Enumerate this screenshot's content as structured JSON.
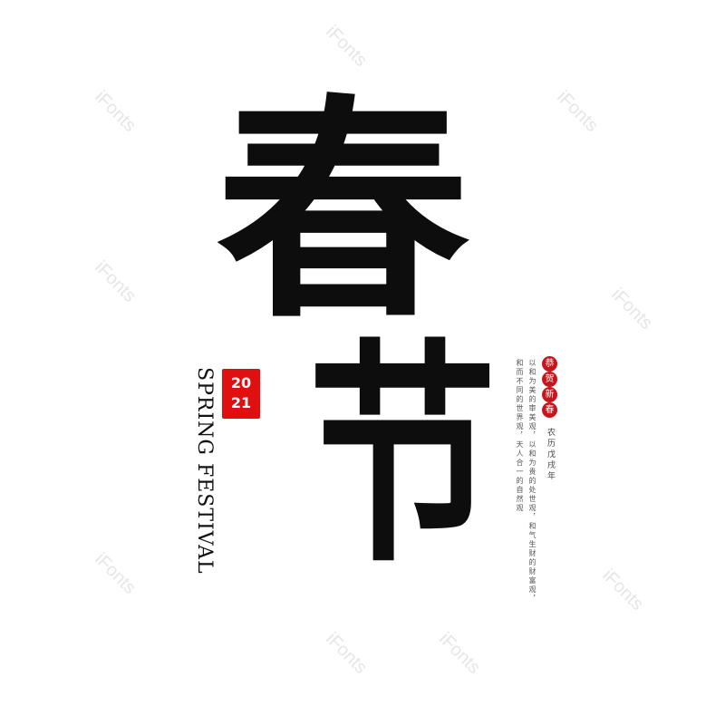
{
  "watermark": "iFonts",
  "title_chars": [
    "春",
    "节"
  ],
  "english_title": "SPRING FESTIVAL",
  "year_seal": {
    "line1": "20",
    "line2": "21"
  },
  "greeting_seals": [
    "恭",
    "贺",
    "新",
    "春"
  ],
  "lunar_year": "农历戊戌年",
  "poem_columns": [
    "以和为美的审美观，以和为贵的处世观，和气生财的财富观，",
    "和而不同的世界观，天人合一的自然观"
  ],
  "colors": {
    "ink": "#0d0d0d",
    "seal_red": "#e01010",
    "circle_red": "#c8141b"
  }
}
